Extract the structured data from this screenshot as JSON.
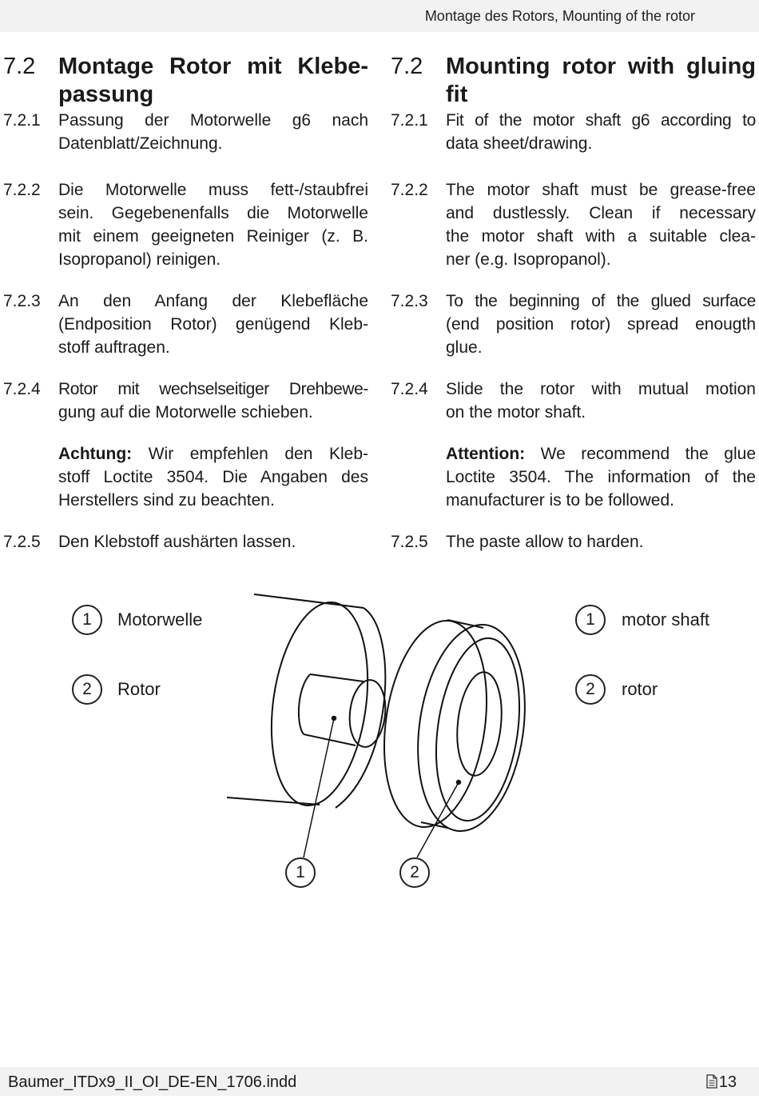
{
  "header": {
    "running_title": "Montage des Rotors, Mounting of the rotor"
  },
  "german": {
    "section_number": "7.2",
    "section_title_line1": "Montage Rotor mit Klebe-",
    "section_title_line2": "passung",
    "steps": [
      {
        "number": "7.2.1",
        "lines": [
          "Passung der Motorwelle g6 nach",
          "Datenblatt/Zeichnung."
        ]
      },
      {
        "number": "7.2.2",
        "lines": [
          "Die Motorwelle muss fett-/staubfrei",
          "sein. Gegebenenfalls die Motorwelle",
          "mit einem geeigneten Reiniger (z. B.",
          "Isopropanol) reinigen."
        ]
      },
      {
        "number": "7.2.3",
        "lines": [
          "An den Anfang der Klebefläche",
          "(Endposition Rotor) genügend Kleb-",
          "stoff auftragen."
        ]
      },
      {
        "number": "7.2.4",
        "lines": [
          "Rotor mit wechselseitiger Drehbewe-",
          "gung auf die Motorwelle schieben."
        ]
      }
    ],
    "attention_label": "Achtung:",
    "attention_lines": [
      "Wir empfehlen den Kleb-",
      "stoff Loctite 3504. Die Angaben des",
      "Herstellers sind zu beachten."
    ],
    "step_last": {
      "number": "7.2.5",
      "text": "Den Klebstoff aushärten lassen."
    }
  },
  "english": {
    "section_number": "7.2",
    "section_title_line1": "Mounting rotor with gluing",
    "section_title_line2": "fit",
    "steps": [
      {
        "number": "7.2.1",
        "lines": [
          "Fit of the motor shaft g6 according to",
          "data sheet/drawing."
        ]
      },
      {
        "number": "7.2.2",
        "lines": [
          "The motor shaft must be grease-free",
          "and dustlessly. Clean if necessary",
          "the motor shaft with a suitable clea-",
          "ner (e.g. Isopropanol)."
        ]
      },
      {
        "number": "7.2.3",
        "lines": [
          "To the beginning of the glued surface",
          "(end position rotor) spread enougth",
          "glue."
        ]
      },
      {
        "number": "7.2.4",
        "lines": [
          "Slide the rotor with mutual motion",
          "on the motor shaft."
        ]
      }
    ],
    "attention_label": "Attention:",
    "attention_lines": [
      "We recommend the glue",
      "Loctite 3504. The information of the",
      "manufacturer is to be followed."
    ],
    "step_last": {
      "number": "7.2.5",
      "text": "The paste allow to harden."
    }
  },
  "legend": {
    "left": [
      {
        "n": "1",
        "label": "Motorwelle"
      },
      {
        "n": "2",
        "label": "Rotor"
      }
    ],
    "right": [
      {
        "n": "1",
        "label": "motor shaft"
      },
      {
        "n": "2",
        "label": "rotor"
      }
    ]
  },
  "figure_callouts": [
    "1",
    "2"
  ],
  "footer": {
    "file_name": "Baumer_ITDx9_II_OI_DE-EN_1706.indd",
    "page_number": "13",
    "page_icon": "document-icon"
  }
}
